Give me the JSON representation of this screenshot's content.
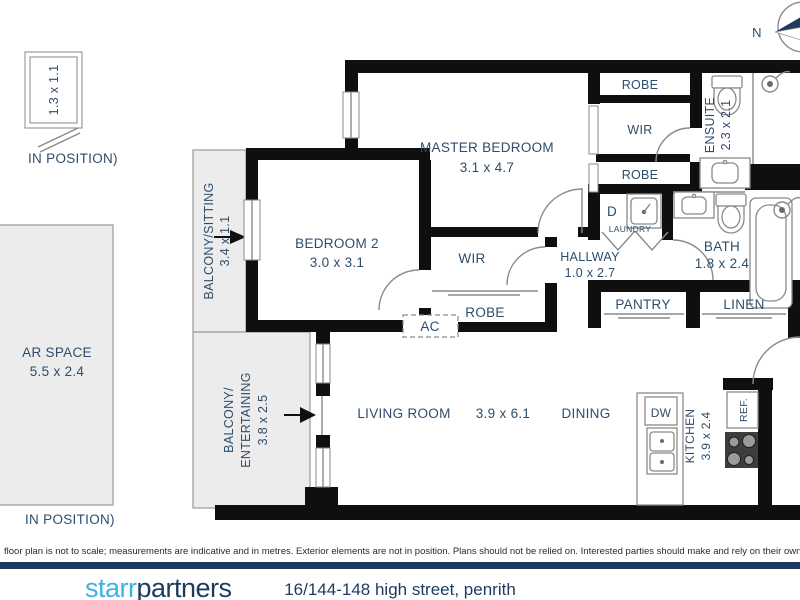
{
  "footer": {
    "disclaimer": "floor plan is not to scale; measurements are indicative and in metres. Exterior elements are not in position. Plans should not be relied on. Interested parties should make and rely on their own enquiri",
    "brand_part1": "starr",
    "brand_part2": "partners",
    "address": "16/144-148 high street, penrith"
  },
  "compass": {
    "north": "N"
  },
  "plan": {
    "store": {
      "dims": "1.3 x 1.1",
      "note": "IN POSITION)"
    },
    "car_space": {
      "name": "AR SPACE",
      "dims": "5.5 x 2.4",
      "note": "IN POSITION)"
    },
    "balcony_sitting": {
      "name": "BALCONY/SITTING",
      "dims": "3.4 x 1.1"
    },
    "balcony_entertaining": {
      "name_line1": "BALCONY/",
      "name_line2": "ENTERTAINING",
      "dims": "3.8 x 2.5"
    },
    "bedroom2": {
      "name": "BEDROOM 2",
      "dims": "3.0 x 3.1"
    },
    "master_bedroom": {
      "name": "MASTER BEDROOM",
      "dims": "3.1 x 4.7"
    },
    "wir_main": "WIR",
    "robe_main": "ROBE",
    "ac": "AC",
    "robe_top": "ROBE",
    "wir_top": "WIR",
    "robe_mid": "ROBE",
    "laundry": {
      "dryer": "D",
      "name": "LAUNDRY"
    },
    "ensuite": {
      "name": "ENSUITE",
      "dims": "2.3 x 2.1"
    },
    "hallway": {
      "name": "HALLWAY",
      "dims": "1.0 x 2.7"
    },
    "bath": {
      "name": "BATH",
      "dims": "1.8 x 2.4"
    },
    "pantry": "PANTRY",
    "linen": "LINEN",
    "living": {
      "name": "LIVING ROOM",
      "dims": "3.9 x 6.1"
    },
    "dining": "DINING",
    "kitchen": {
      "name": "KITCHEN",
      "dims": "3.9 x 2.4",
      "dishwasher": "DW",
      "fridge": "REF."
    }
  },
  "colors": {
    "wall": "#0f0f0f",
    "label": "#2e4d6b",
    "balcony_fill": "#ececec",
    "brand_blue": "#3bb3e8",
    "navy": "#1c3b5e"
  }
}
